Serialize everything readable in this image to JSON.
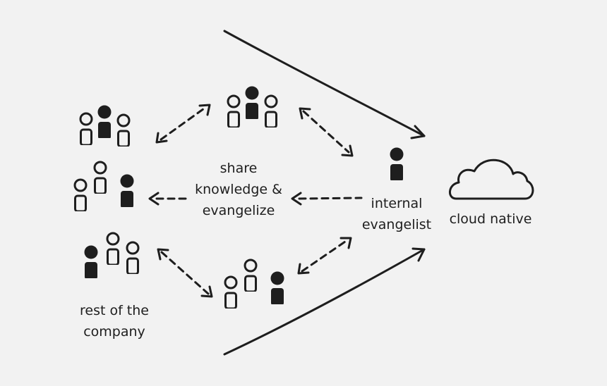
{
  "labels": {
    "share": [
      "share",
      "knowledge &",
      "evangelize"
    ],
    "evangelist": [
      "internal",
      "evangelist"
    ],
    "cloud": "cloud native",
    "rest": [
      "rest of the",
      "company"
    ]
  },
  "colors": {
    "background": "#f2f2f2",
    "ink": "#1e1e1e"
  },
  "icons": {
    "person_filled": "person-filled-icon",
    "person_outline": "person-outline-icon",
    "cloud": "cloud-icon",
    "arrow": "arrow-icon"
  }
}
